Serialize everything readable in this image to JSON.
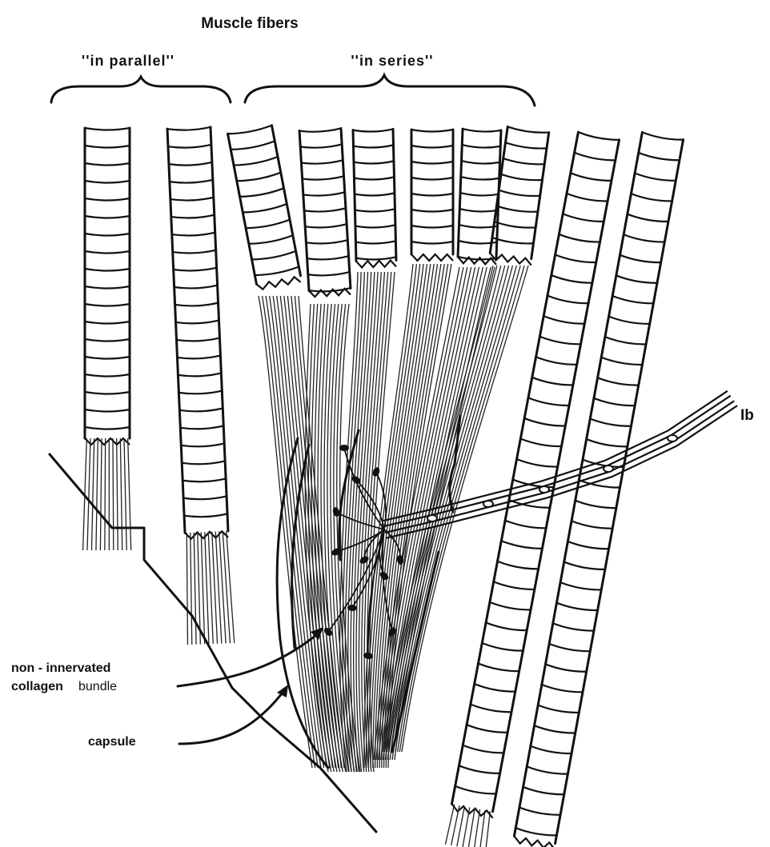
{
  "title": "Muscle fibers",
  "group_parallel": "''in parallel''",
  "group_series": "''in series''",
  "label_ib": "Ib",
  "label_collagen_line1": "non - innervated",
  "label_collagen_line2_bold": "collagen",
  "label_collagen_line2_rest": "bundle",
  "label_capsule": "capsule"
}
